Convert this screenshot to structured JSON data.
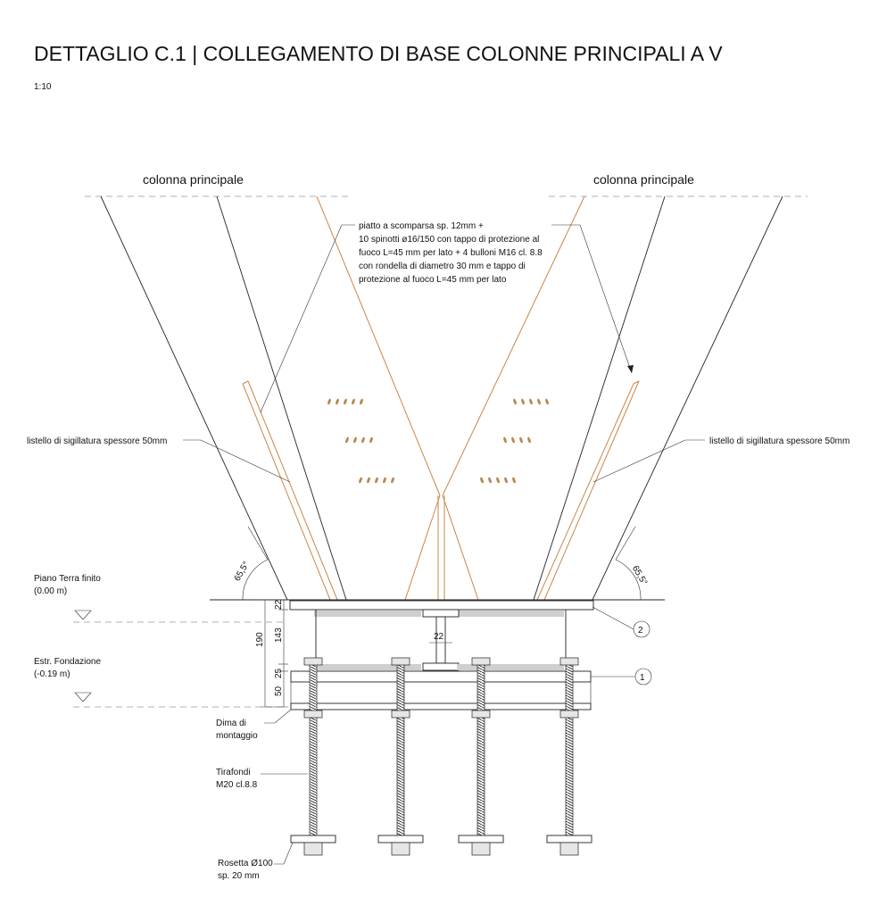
{
  "title": "DETTAGLIO C.1 |  COLLEGAMENTO DI BASE COLONNE PRINCIPALI A V",
  "scale": "1:10",
  "labels": {
    "column_left": "colonna principale",
    "column_right": "colonna principale",
    "plate_note": [
      "piatto a scomparsa sp. 12mm +",
      "10 spinotti ø16/150 con tappo di protezione al",
      "fuoco L=45 mm per lato + 4 bulloni M16 cl. 8.8",
      "con rondella di diametro 30 mm e tappo di",
      "protezione al fuoco L=45 mm per lato"
    ],
    "seal_left": "listello di sigillatura spessore 50mm",
    "seal_right": "listello di sigillatura spessore 50mm",
    "floor_level": [
      "Piano Terra finito",
      "(0.00 m)"
    ],
    "foundation_level": [
      "Estr. Fondazione",
      "(-0.19 m)"
    ],
    "template": [
      "Dima di",
      "montaggio"
    ],
    "anchors": [
      "Tirafondi",
      "M20 cl.8.8"
    ],
    "washer": [
      "Rosetta Ø100",
      "sp. 20 mm"
    ]
  },
  "angles": {
    "left": "65,5°",
    "right": "65,5°"
  },
  "dimensions": {
    "d22_top": "22",
    "d190": "190",
    "d143": "143",
    "d25": "25",
    "d50": "50",
    "d22_web": "22"
  },
  "markers": {
    "m1": "1",
    "m2": "2"
  }
}
